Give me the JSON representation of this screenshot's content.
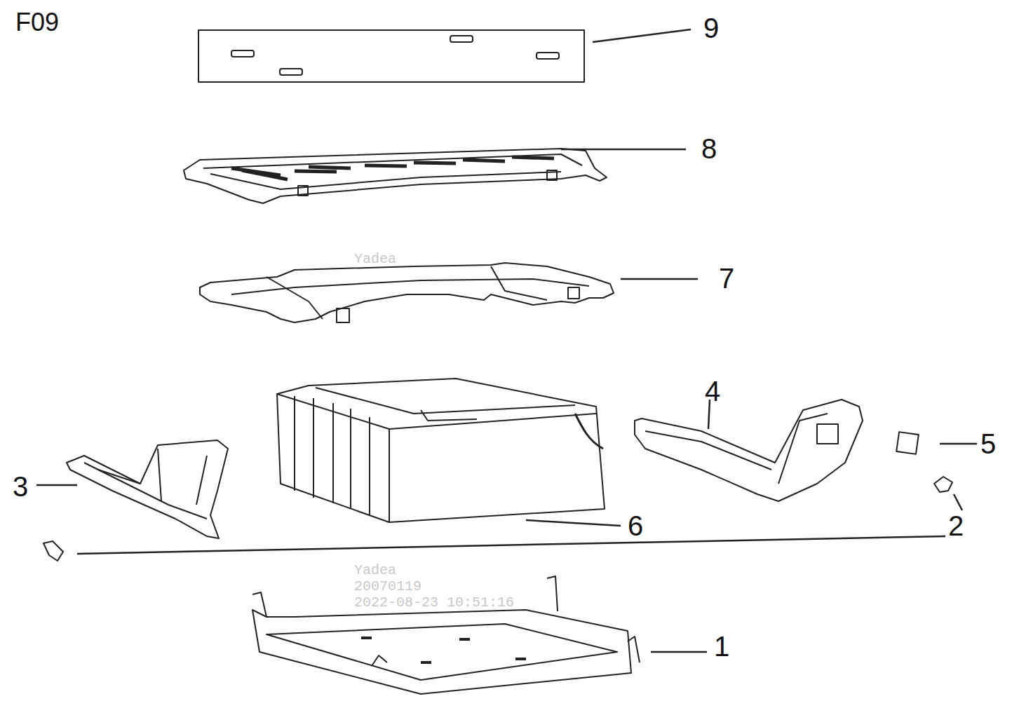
{
  "diagram": {
    "title": "F09",
    "labels": [
      "9",
      "8",
      "7",
      "Yadea",
      "4",
      "5",
      "3",
      "6",
      "2",
      "1",
      "Yadea",
      "20070119",
      "2022-08-23 10:51:16"
    ]
  }
}
